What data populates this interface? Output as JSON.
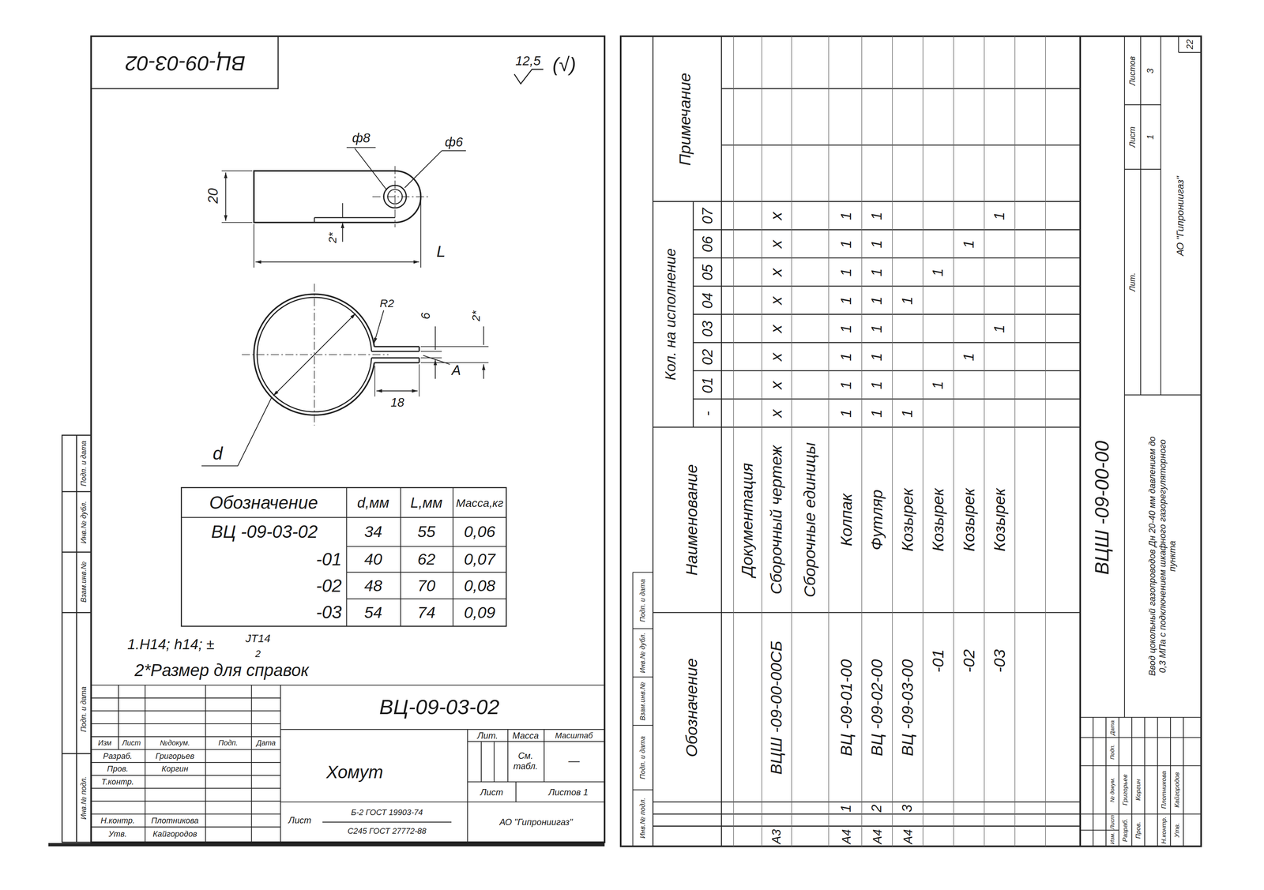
{
  "diagram": {
    "labels": [
      "ВЦ-09-03-02",
      "12,5",
      "(√)",
      "ф8",
      "ф6",
      "20",
      "2*",
      "L",
      "R2",
      "6",
      "2*",
      "A",
      "18",
      "d",
      "Обозначение",
      "d,мм",
      "L,мм",
      "Масса,кг",
      "ВЦ -09-03-02",
      "34",
      "55",
      "0,06",
      "-01",
      "40",
      "62",
      "0,07",
      "-02",
      "48",
      "70",
      "0,08",
      "-03",
      "54",
      "74",
      "0,09",
      "1.Н14; h14; ±",
      "JT14",
      "2",
      "2*Размер для справок",
      "ВЦ-09-03-02",
      "Хомут",
      "Изм",
      "Лист",
      "№докум.",
      "Подп.",
      "Дата",
      "Разраб.",
      "Григорьев",
      "Пров.",
      "Коргин",
      "Т.контр.",
      "Н.контр.",
      "Плотникова",
      "Утв.",
      "Кайгородов",
      "Лит.",
      "Масса",
      "Масштаб",
      "См. табл.",
      "—",
      "Лист",
      "Листов 1",
      "Лист",
      "Б-2 ГОСТ 19903-74",
      "С245 ГОСТ 27772-88",
      "АО \"Гипрониигаз\"",
      "Подп. и дата",
      "Инв.№ дубл.",
      "Взам.инв.№",
      "Подп. и дата",
      "Инв.№ подл.",
      "Обозначение",
      "Наименование",
      "Кол. на исполнение",
      "-",
      "01",
      "02",
      "03",
      "04",
      "05",
      "06",
      "07",
      "Примечание",
      "Документация",
      "А3",
      "ВЦШ -09-00-00СБ",
      "Сборочный чертеж",
      "х",
      "х",
      "х",
      "х",
      "х",
      "х",
      "х",
      "х",
      "Сборочные единицы",
      "А4",
      "1",
      "ВЦ -09-01-00",
      "Колпак",
      "1",
      "1",
      "1",
      "1",
      "1",
      "1",
      "1",
      "1",
      "А4",
      "2",
      "ВЦ -09-02-00",
      "Футляр",
      "1",
      "1",
      "1",
      "1",
      "1",
      "1",
      "1",
      "1",
      "А4",
      "3",
      "ВЦ -09-03-00",
      "Козырек",
      "1",
      "1",
      "-01",
      "Козырек",
      "1",
      "1",
      "-02",
      "Козырек",
      "1",
      "1",
      "-03",
      "Козырек",
      "1",
      "1",
      "Инв.№ подл.",
      "Подп. и дата",
      "Взам.инв.№",
      "Инв.№ дубл.",
      "Подп. и дата",
      "ВЦШ -09-00-00",
      "Ввод цокольный газопроводов Дн 20-40 мм давлением до 0,3 МПа с подключением шкафного газорегуляторного пункта",
      "Изм.",
      "Лист",
      "№ докум.",
      "Подп.",
      "Дата",
      "Разраб.",
      "Григорьев",
      "Пров.",
      "Коргин",
      "Н.контр.",
      "Плотникова",
      "Утв.",
      "Кайгородов",
      "Лит.",
      "Лист",
      "Листов",
      "1",
      "3",
      "АО \"Гипрониигаз\"",
      "22"
    ]
  }
}
